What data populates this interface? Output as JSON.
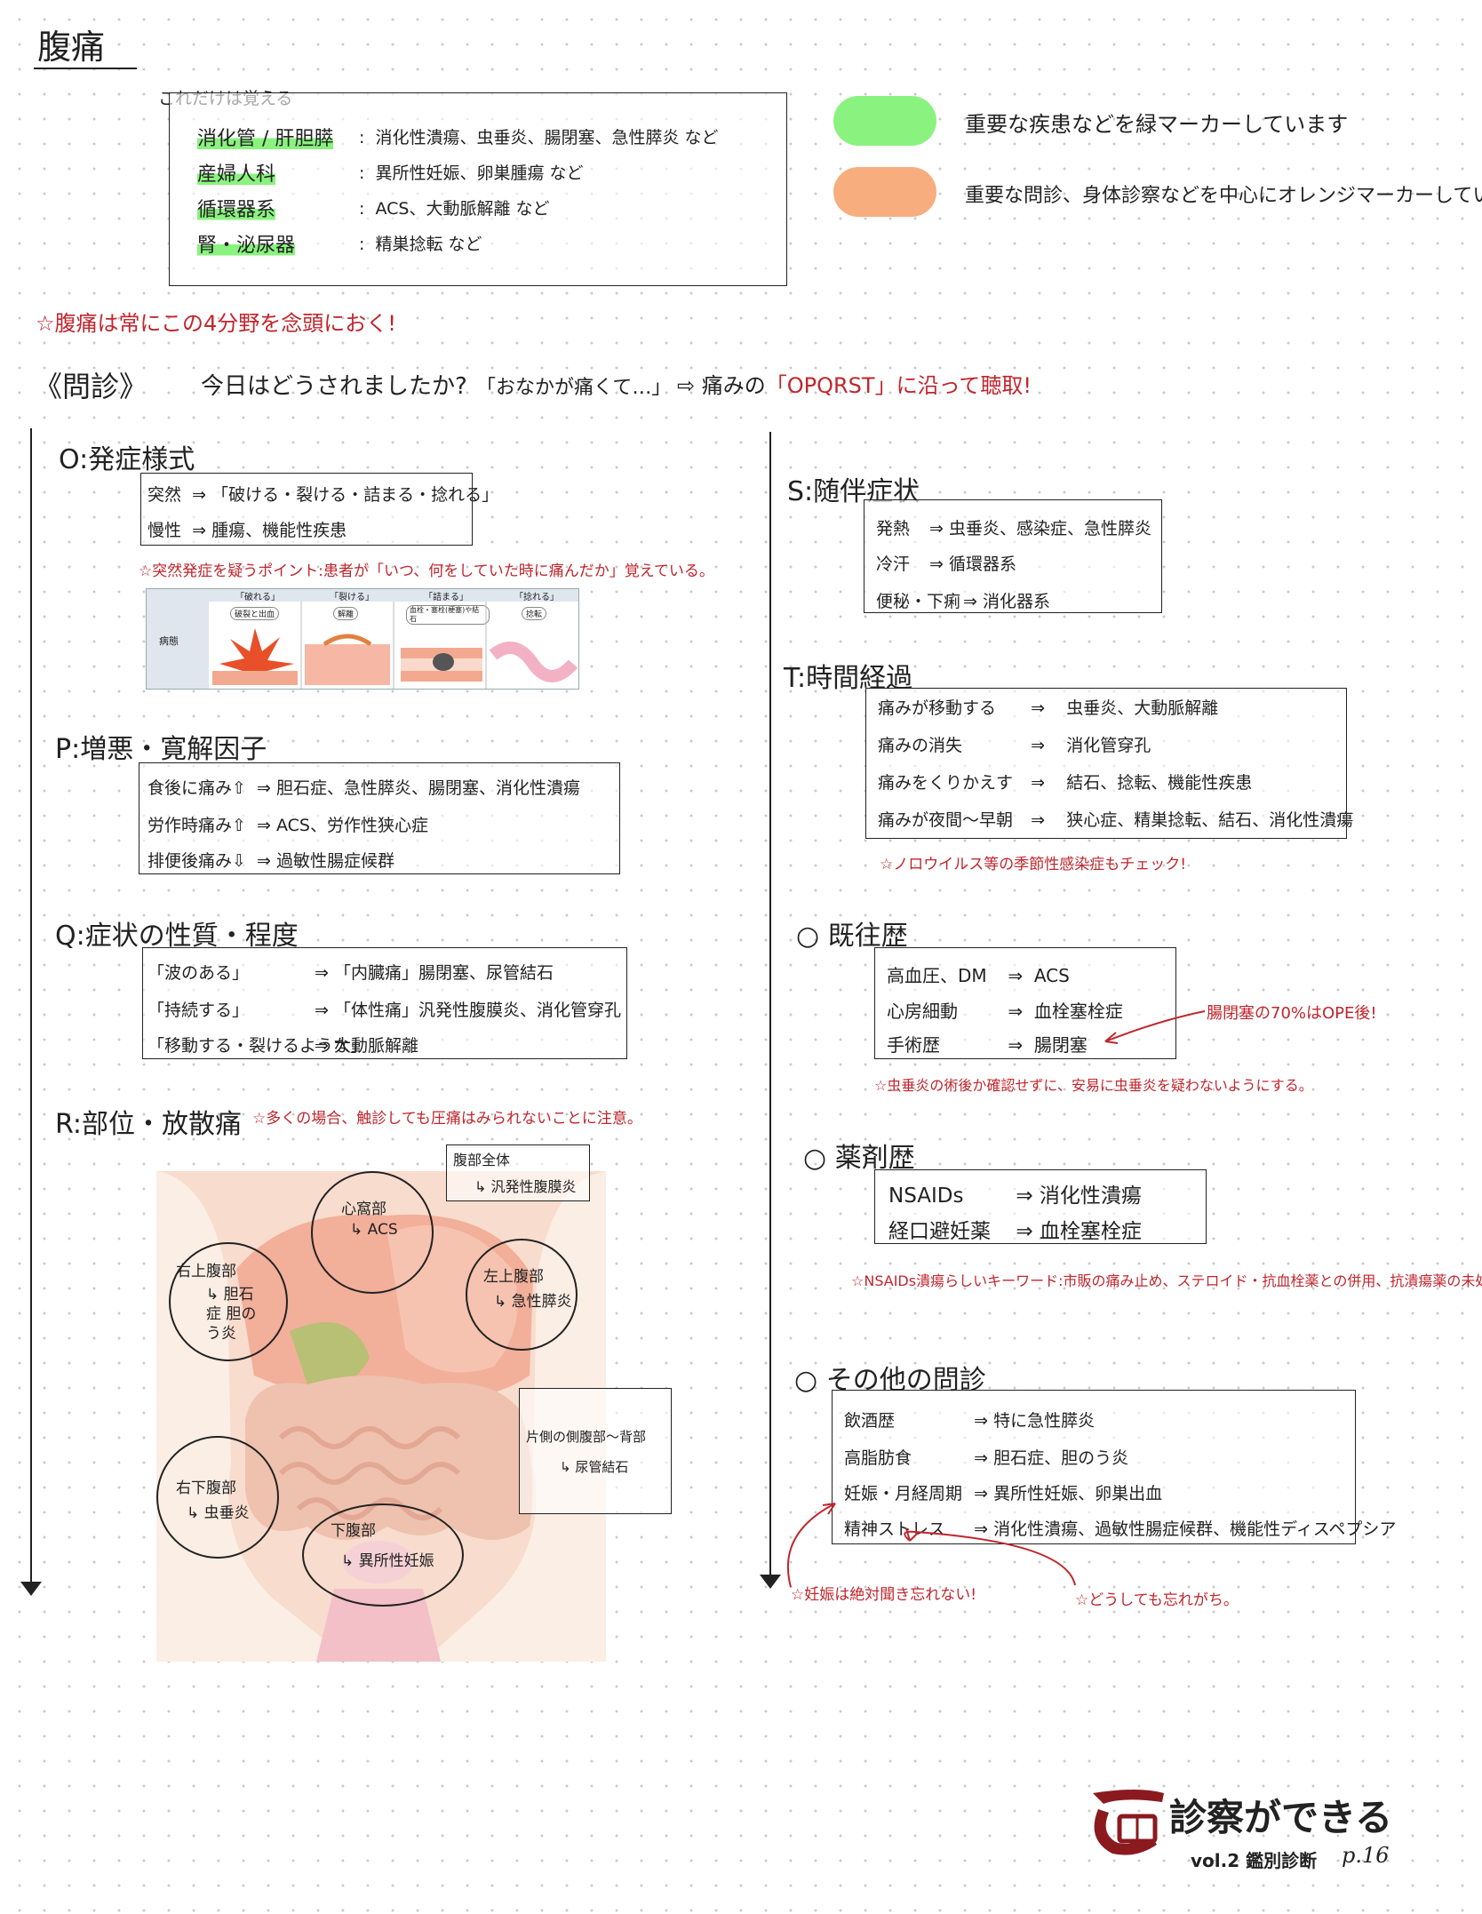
{
  "page_title": "腹痛",
  "memorize": {
    "title": "これだけは覚える",
    "rows": [
      {
        "category": "消化管 / 肝胆膵",
        "diseases": "消化性潰瘍、虫垂炎、腸閉塞、急性膵炎 など"
      },
      {
        "category": "産婦人科",
        "diseases": "異所性妊娠、卵巣腫瘍 など"
      },
      {
        "category": "循環器系",
        "diseases": "ACS、大動脈解離 など"
      },
      {
        "category": "腎・泌尿器",
        "diseases": "精巣捻転 など"
      }
    ]
  },
  "legend": [
    {
      "color": "#8af27f",
      "text": "重要な疾患などを緑マーカーしています"
    },
    {
      "color": "#f8ad7f",
      "text": "重要な問診、身体診察などを中心にオレンジマーカーしています"
    }
  ],
  "warning_top": "☆腹痛は常にこの4分野を念頭におく!",
  "interview": {
    "title": "《問診》",
    "question": "今日はどうされましたか?",
    "answer": "「おなかが痛くて…」",
    "arrow_text": "⇨ 痛みの",
    "opqrst": "「OPQRST」",
    "arrow_text_end": "に沿って聴取!"
  },
  "O": {
    "title": "O:発症様式",
    "rows": [
      {
        "label": "突然",
        "arrow": "⇒",
        "value": "「破ける・裂ける・詰まる・捻れる」"
      },
      {
        "label": "慢性",
        "arrow": "⇒",
        "value": "腫瘍、機能性疾患"
      }
    ],
    "note": "☆突然発症を疑うポイント:患者が「いつ、何をしていた時に痛んだか」覚えている。",
    "figure": {
      "side_label": "病態",
      "columns": [
        {
          "header": "「破れる」",
          "caption": "破裂と出血"
        },
        {
          "header": "「裂ける」",
          "caption": "解離"
        },
        {
          "header": "「詰まる」",
          "caption": "血栓・塞栓(梗塞)や結石"
        },
        {
          "header": "「捻れる」",
          "caption": "捻転"
        }
      ]
    }
  },
  "P": {
    "title": "P:増悪・寛解因子",
    "rows": [
      {
        "label": "食後に痛み⇧",
        "arrow": "⇒",
        "value": "胆石症、急性膵炎、腸閉塞、消化性潰瘍"
      },
      {
        "label": "労作時痛み⇧",
        "arrow": "⇒",
        "value": "ACS、労作性狭心症"
      },
      {
        "label": "排便後痛み⇩",
        "arrow": "⇒",
        "value": "過敏性腸症候群"
      }
    ]
  },
  "Q": {
    "title": "Q:症状の性質・程度",
    "rows": [
      {
        "label": "「波のある」",
        "arrow": "⇒",
        "value": "「内臓痛」腸閉塞、尿管結石"
      },
      {
        "label": "「持続する」",
        "arrow": "⇒",
        "value": "「体性痛」汎発性腹膜炎、消化管穿孔"
      },
      {
        "label": "「移動する・裂けるような」",
        "arrow": "⇒",
        "value": "大動脈解離"
      }
    ]
  },
  "R": {
    "title": "R:部位・放散痛",
    "note": "☆多くの場合、触診しても圧痛はみられないことに注意。",
    "regions": [
      {
        "name": "腹部全体",
        "disease": "↳ 汎発性腹膜炎"
      },
      {
        "name": "心窩部",
        "disease": "↳ ACS"
      },
      {
        "name": "右上腹部",
        "disease": "↳ 胆石症 胆のう炎"
      },
      {
        "name": "左上腹部",
        "disease": "↳ 急性膵炎"
      },
      {
        "name": "片側の側腹部〜背部",
        "disease": "↳ 尿管結石"
      },
      {
        "name": "右下腹部",
        "disease": "↳ 虫垂炎"
      },
      {
        "name": "下腹部",
        "disease": "↳ 異所性妊娠"
      }
    ]
  },
  "S": {
    "title": "S:随伴症状",
    "rows": [
      {
        "label": "発熱",
        "arrow": "⇒",
        "value": "虫垂炎、感染症、急性膵炎"
      },
      {
        "label": "冷汗",
        "arrow": "⇒",
        "value": "循環器系"
      },
      {
        "label": "便秘・下痢",
        "arrow": "⇒",
        "value": "消化器系"
      }
    ]
  },
  "T": {
    "title": "T:時間経過",
    "rows": [
      {
        "label": "痛みが移動する",
        "arrow": "⇒",
        "value": "虫垂炎、大動脈解離"
      },
      {
        "label": "痛みの消失",
        "arrow": "⇒",
        "value": "消化管穿孔"
      },
      {
        "label": "痛みをくりかえす",
        "arrow": "⇒",
        "value": "結石、捻転、機能性疾患"
      },
      {
        "label": "痛みが夜間〜早朝",
        "arrow": "⇒",
        "value": "狭心症、精巣捻転、結石、消化性潰瘍"
      }
    ],
    "note": "☆ノロウイルス等の季節性感染症もチェック!"
  },
  "history": {
    "title": "○ 既往歴",
    "rows": [
      {
        "label": "高血圧、DM",
        "arrow": "⇒",
        "value": "ACS"
      },
      {
        "label": "心房細動",
        "arrow": "⇒",
        "value": "血栓塞栓症"
      },
      {
        "label": "手術歴",
        "arrow": "⇒",
        "value": "腸閉塞"
      }
    ],
    "callout": "腸閉塞の70%はOPE後!",
    "note": "☆虫垂炎の術後か確認せずに、安易に虫垂炎を疑わないようにする。"
  },
  "drugs": {
    "title": "○ 薬剤歴",
    "rows": [
      {
        "label": "NSAIDs",
        "arrow": "⇒",
        "value": "消化性潰瘍"
      },
      {
        "label": "経口避妊薬",
        "arrow": "⇒",
        "value": "血栓塞栓症"
      }
    ],
    "note": "☆NSAIDs潰瘍らしいキーワード:市販の痛み止め、ステロイド・抗血栓薬との併用、抗潰瘍薬の未処方"
  },
  "other": {
    "title": "○ その他の問診",
    "rows": [
      {
        "label": "飲酒歴",
        "arrow": "⇒",
        "value": "特に急性膵炎"
      },
      {
        "label": "高脂肪食",
        "arrow": "⇒",
        "value": "胆石症、胆のう炎"
      },
      {
        "label": "妊娠・月経周期",
        "arrow": "⇒",
        "value": "異所性妊娠、卵巣出血"
      },
      {
        "label": "精神ストレス",
        "arrow": "⇒",
        "value": "消化性潰瘍、過敏性腸症候群、機能性ディスペプシア"
      }
    ],
    "note1": "☆妊娠は絶対聞き忘れない!",
    "note2": "☆どうしても忘れがち。"
  },
  "footer": {
    "brand": "診察ができる",
    "vol": "vol.2 鑑別診断",
    "page": "p.16"
  }
}
